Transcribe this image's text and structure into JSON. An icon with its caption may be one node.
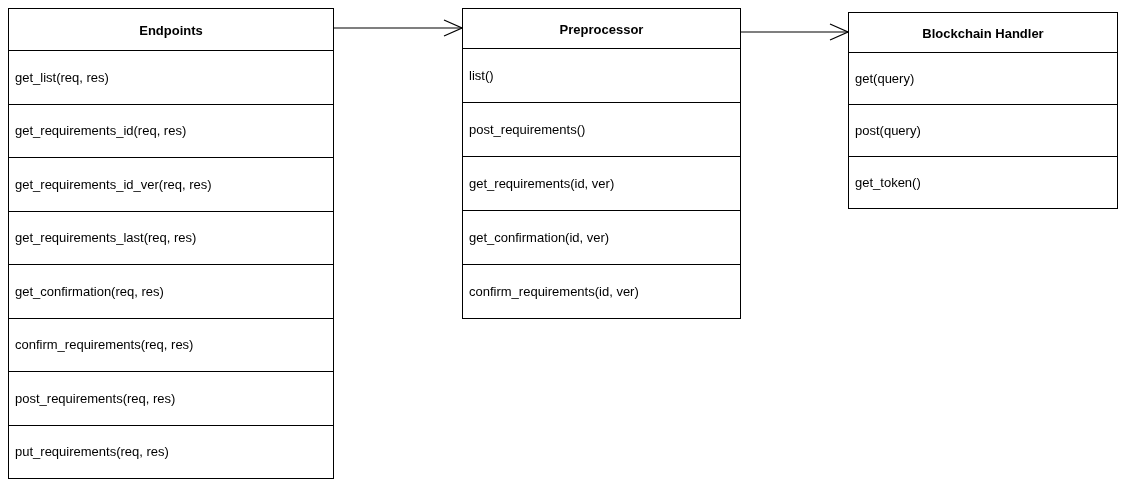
{
  "diagram": {
    "nodes": [
      {
        "text": [
          "Endpoints"
        ]
      },
      {
        "text": [
          "get_list(req, res)"
        ],
        "in": 0
      },
      {
        "text": [
          "get_requirements_id(req, res)"
        ],
        "in": 0
      },
      {
        "text": [
          "get_requirements_id_ver(req, res)"
        ],
        "in": 0
      },
      {
        "text": [
          "get_requirements_last(req, res)"
        ],
        "in": 0
      },
      {
        "text": [
          "get_confirmation(req, res)"
        ],
        "in": 0
      },
      {
        "text": [
          "confirm_requirements(req, res)"
        ],
        "in": 0
      },
      {
        "text": [
          "post_requirements(req, res)"
        ],
        "in": 0
      },
      {
        "text": [
          "put_requirements(req, res)"
        ],
        "in": 0
      },
      {
        "text": [
          "Preprocessor"
        ]
      },
      {
        "text": [
          "list()"
        ],
        "in": 9
      },
      {
        "text": [
          "post_requirements()"
        ],
        "in": 9
      },
      {
        "text": [
          "get_requirements(id, ver)"
        ],
        "in": 9
      },
      {
        "text": [
          "get_confirmation(id, ver)"
        ],
        "in": 9
      },
      {
        "text": [
          "confirm_requirements(id, ver)"
        ],
        "in": 9
      },
      {
        "text": [
          "Blockchain Handler"
        ]
      },
      {
        "text": [
          "get(query)"
        ],
        "in": 15
      },
      {
        "text": [
          "post(query)"
        ],
        "in": 15
      },
      {
        "text": [
          "get_token()"
        ],
        "in": 15
      }
    ],
    "edges": [
      {
        "from": 0,
        "to": 9,
        "arrow": "to"
      },
      {
        "from": 9,
        "to": 15,
        "arrow": "to"
      }
    ]
  }
}
